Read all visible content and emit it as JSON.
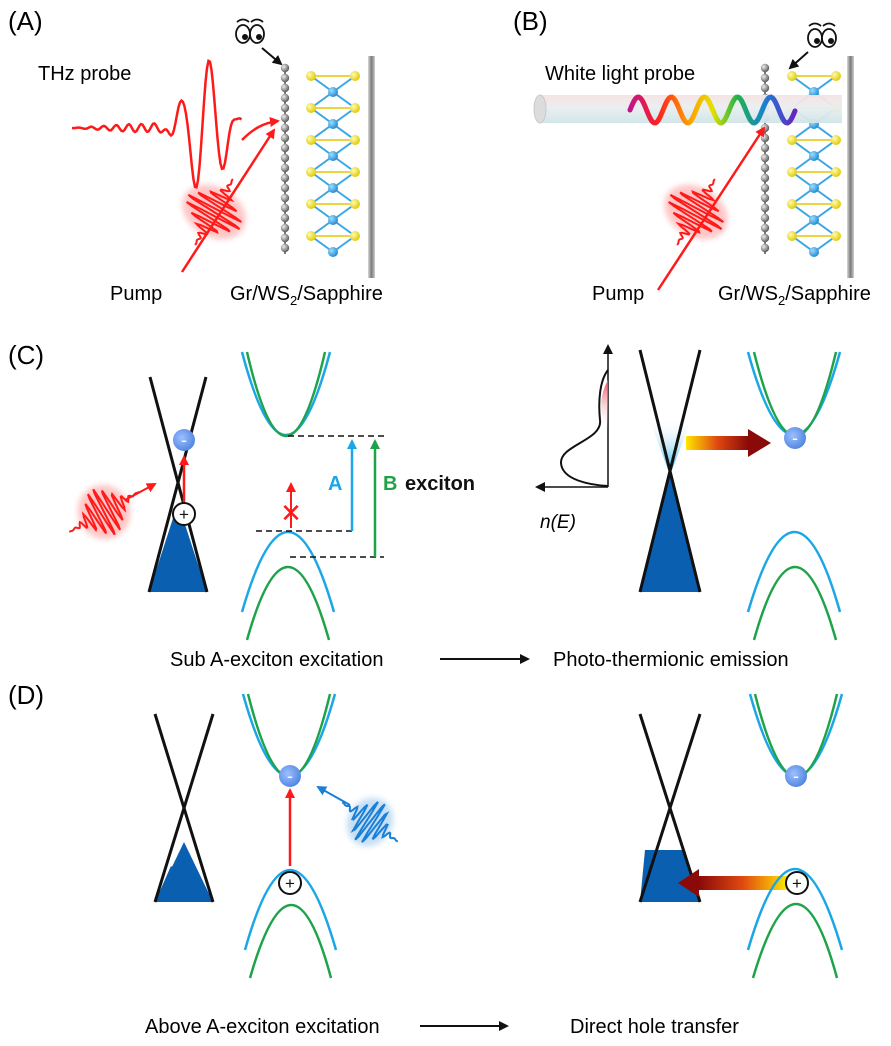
{
  "panels": {
    "a": {
      "tag": "(A)",
      "probe_label": "THz probe",
      "pump_label": "Pump",
      "sample_main": "Gr/WS",
      "sample_sub": "2",
      "sample_rest": "/Sapphire"
    },
    "b": {
      "tag": "(B)",
      "probe_label": "White light probe",
      "pump_label": "Pump",
      "sample_main": "Gr/WS",
      "sample_sub": "2",
      "sample_rest": "/Sapphire"
    },
    "c": {
      "tag": "(C)",
      "a_label": "A",
      "b_label": "B",
      "exciton_label": "exciton",
      "dos_label": "n(E)",
      "left_caption": "Sub A-exciton excitation",
      "right_caption": "Photo-thermionic emission"
    },
    "d": {
      "tag": "(D)",
      "left_caption": "Above A-exciton excitation",
      "right_caption": "Direct hole transfer"
    }
  },
  "symbols": {
    "electron": "-",
    "hole": "+",
    "blocked": "✕"
  },
  "colors": {
    "graphene_fill": "#0b5fb0",
    "band_cyan": "#1ba6e6",
    "band_green": "#1fa34a",
    "pump_red": "#ff2020",
    "electron_blue": "#5b8fe3",
    "sulfur_yellow": "#f2e01a",
    "tungsten_blue": "#1e9be0"
  }
}
